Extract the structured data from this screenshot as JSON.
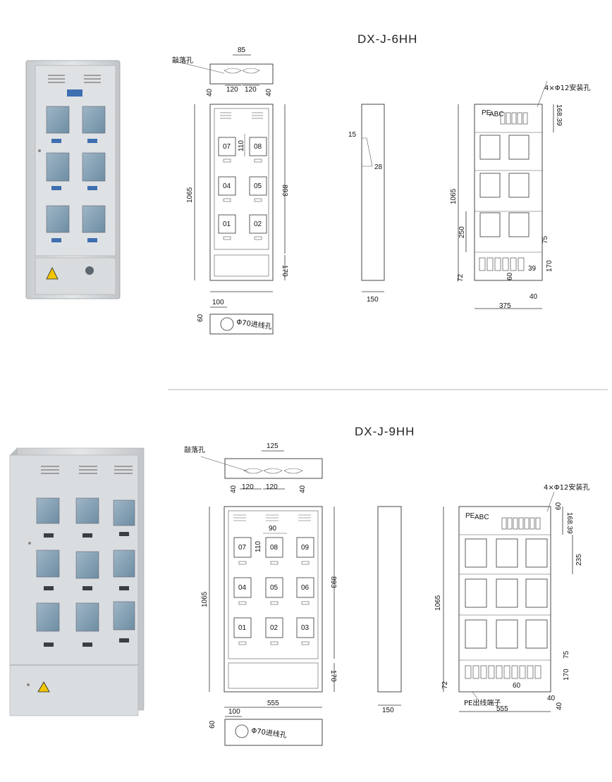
{
  "section_top": {
    "model": "DX-J-6HH",
    "knockout_label": "敲落孔",
    "knockout_dims": {
      "spacing": "85",
      "w1": "120",
      "w2": "120",
      "edge_l": "40",
      "edge_r": "40"
    },
    "front_dims": {
      "height": "1065",
      "inner": "893",
      "pitch": "110",
      "bottom": "170"
    },
    "meters": [
      "07",
      "08",
      "04",
      "05",
      "01",
      "02"
    ],
    "side_dims": {
      "a": "15",
      "b": "28",
      "depth": "150"
    },
    "bottom_dims": {
      "offset": "100",
      "hole_h": "60",
      "hole_label": "Φ70进线孔"
    },
    "rear_dims": {
      "mount": "4×Φ12安装孔",
      "top": "168.39",
      "pitch": "250",
      "h": "1065",
      "d75": "75",
      "d170": "170",
      "d39": "39",
      "d72": "72",
      "d60": "60",
      "d40": "40",
      "width": "375",
      "pe_label": "PE",
      "abc_label": "ABC"
    }
  },
  "section_bottom": {
    "model": "DX-J-9HH",
    "knockout_label": "敲落孔",
    "knockout_dims": {
      "spacing": "125",
      "w1": "120",
      "w2": "120",
      "edge_l": "40",
      "edge_r": "40"
    },
    "front_dims": {
      "height": "1065",
      "inner": "893",
      "pitch_h": "90",
      "pitch_v": "110",
      "bottom": "170",
      "width": "555"
    },
    "meters": [
      "07",
      "08",
      "09",
      "04",
      "05",
      "06",
      "01",
      "02",
      "03"
    ],
    "side_dims": {
      "depth": "150"
    },
    "bottom_dims": {
      "offset": "100",
      "hole_h": "60",
      "hole_label": "Φ70进线孔"
    },
    "rear_dims": {
      "mount": "4×Φ12安装孔",
      "top": "168.39",
      "top60": "60",
      "pitch": "235",
      "h": "1065",
      "d75": "75",
      "d170": "170",
      "d72": "72",
      "d60": "60",
      "d40a": "40",
      "d40b": "40",
      "width": "555",
      "pe_label": "PE",
      "abc_label": "ABC",
      "pe_out": "PE出线端子"
    }
  },
  "colors": {
    "cabinet": "#d6d9db",
    "cabinet_dark": "#b9bdc0",
    "window": "#7d9bb0",
    "label_blue": "#3e6fb0",
    "warning": "#f2c500"
  }
}
